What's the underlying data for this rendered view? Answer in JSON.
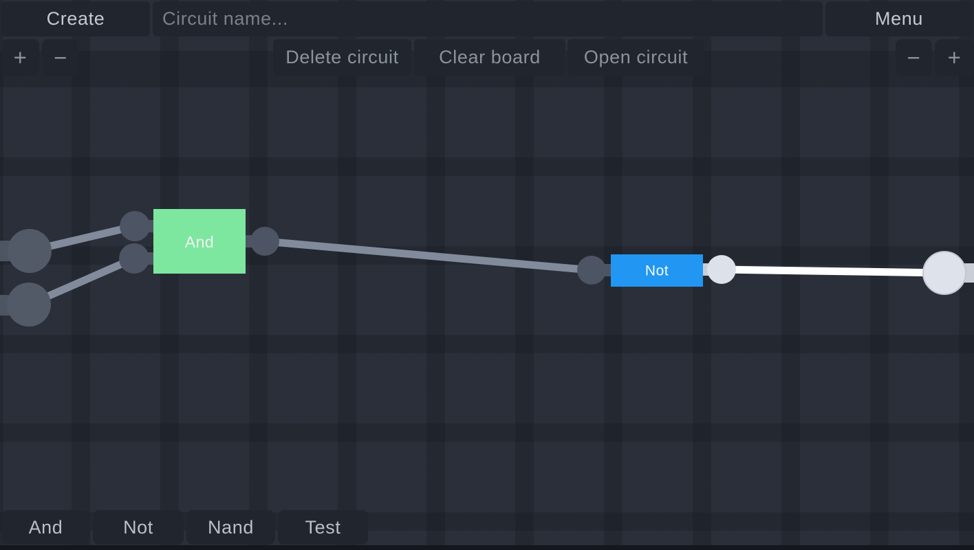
{
  "top_bar": {
    "create_label": "Create",
    "circuit_name_placeholder": "Circuit name...",
    "menu_label": "Menu"
  },
  "toolbar": {
    "delete_label": "Delete circuit",
    "clear_label": "Clear board",
    "open_label": "Open circuit",
    "zoom_in_label": "+",
    "zoom_out_label": "−"
  },
  "palette": {
    "items": [
      {
        "label": "And"
      },
      {
        "label": "Not"
      },
      {
        "label": "Nand"
      },
      {
        "label": "Test"
      }
    ]
  },
  "circuit": {
    "gates": [
      {
        "type": "And",
        "label": "And"
      },
      {
        "type": "Not",
        "label": "Not"
      }
    ],
    "input_terminals": 2,
    "output_terminals": 1
  },
  "colors": {
    "board_tile": "#2a2f39",
    "board_gutter": "#262b34",
    "button_bg": "#20252e",
    "button_text": "#c6c9ce",
    "button_text_dim": "#8d939b",
    "placeholder_text": "#7b8089",
    "and_gate_green": "#7de69f",
    "not_gate_blue": "#2196f3",
    "gate_label": "#f2f6f3",
    "wire_inactive": "#828b9b",
    "wire_active": "#ffffff",
    "pin_inactive": "#4d5564",
    "pin_active": "#dde1e9",
    "terminal_inactive": "#525a68",
    "terminal_active": "#dee2ea",
    "stub_inactive": "#4d5563",
    "stub_active": "#c9ced9",
    "terminal_active_ring": "#c2c8d2"
  }
}
